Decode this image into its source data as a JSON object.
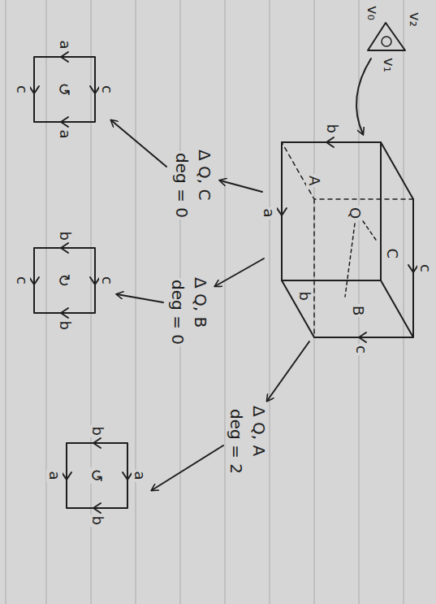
{
  "diagram": {
    "labels": [
      "v₂",
      "v₁",
      "v₀",
      "b",
      "c",
      "a",
      "c",
      "b",
      "C",
      "Q",
      "A",
      "B",
      "Δ Q, C",
      "deg = 0",
      "Δ Q, B",
      "deg = 0",
      "Δ Q, A",
      "deg = 2",
      "c",
      "a",
      "↺",
      "a",
      "c",
      "c",
      "b",
      "↻",
      "b",
      "c",
      "a",
      "b",
      "↺",
      "b",
      "a"
    ]
  }
}
